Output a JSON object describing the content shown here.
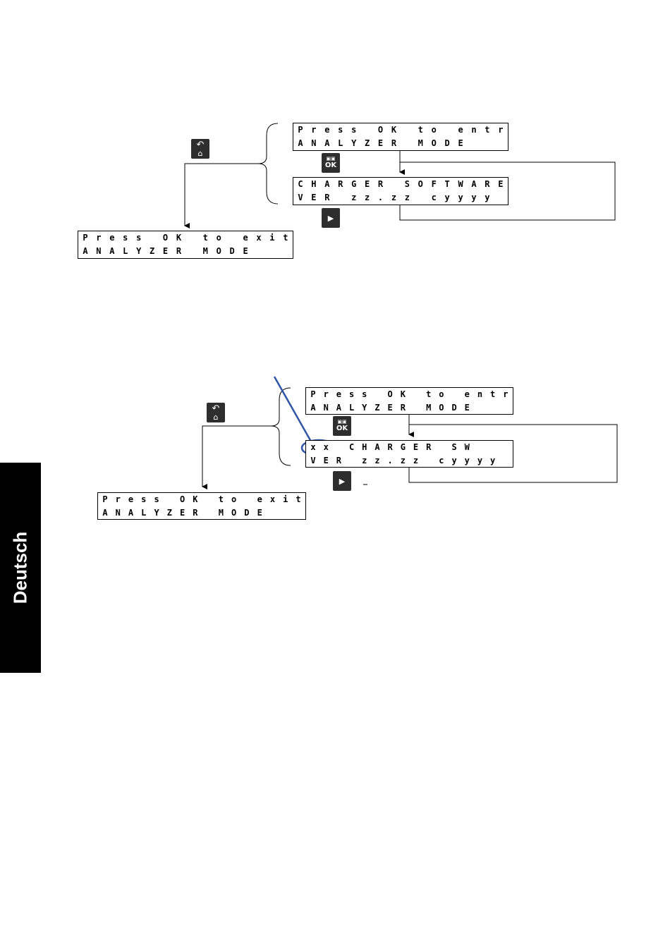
{
  "diagram1": {
    "top_display": {
      "line1": "Press OK to entr",
      "line2": "ANALYZER MODE"
    },
    "charger_display": {
      "line1": "CHARGER SOFTWARE",
      "line2": "VER zz.zz cyyyy"
    },
    "exit_display": {
      "line1": "Press OK to exit",
      "line2": "ANALYZER MODE"
    },
    "ok_key_label": "OK"
  },
  "diagram2": {
    "top_display": {
      "line1": "Press OK to entr",
      "line2": "ANALYZER MODE"
    },
    "charger_display": {
      "line1": "xx CHARGER SW",
      "line2": "VER zz.zz cyyyy"
    },
    "exit_display": {
      "line1": "Press OK to exit",
      "line2": "ANALYZER MODE"
    },
    "ok_key_label": "OK",
    "highlight_color": "#2f55a4"
  },
  "side_tab": {
    "label": "Deutsch",
    "color": "#000000"
  },
  "icons": {
    "back_home": "back-home-icon",
    "ok": "ok-icon",
    "next": "play-arrow-icon"
  }
}
